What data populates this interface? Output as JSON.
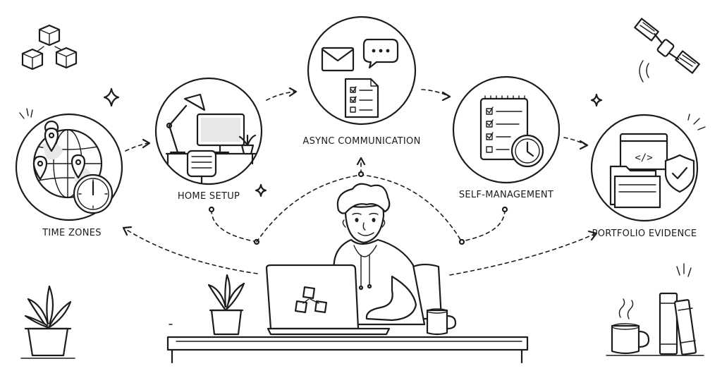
{
  "nodes": {
    "time_zones": "TIME ZONES",
    "home_setup": "HOME SETUP",
    "async_communication": "ASYNC COMMUNICATION",
    "self_management": "SELF-MANAGEMENT",
    "portfolio_evidence": "PORTFOLIO EVIDENCE"
  },
  "code_glyph": "</>",
  "icons": {
    "time_zones": [
      "globe-icon",
      "map-pin-icon",
      "clock-icon"
    ],
    "home_setup": [
      "desk-lamp-icon",
      "monitor-icon",
      "chair-icon",
      "plant-icon"
    ],
    "async_communication": [
      "envelope-icon",
      "chat-bubble-icon",
      "checklist-icon"
    ],
    "self_management": [
      "clipboard-checklist-icon",
      "clock-icon"
    ],
    "portfolio_evidence": [
      "folder-icon",
      "code-window-icon",
      "shield-check-icon"
    ],
    "scene": [
      "person-with-laptop",
      "desk",
      "coffee-mug-icon",
      "potted-plant-icon",
      "books-icon",
      "satellite-icon",
      "cubes-icon",
      "sparkle-icon"
    ]
  }
}
